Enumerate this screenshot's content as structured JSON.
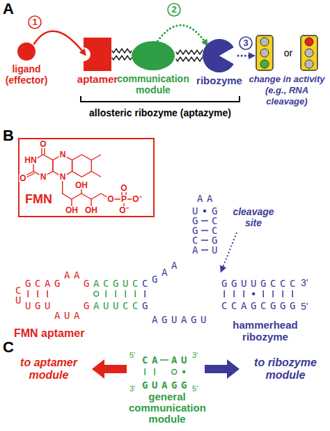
{
  "diagram": {
    "nodes": [
      {
        "text": [
          "ligand (effector)"
        ]
      },
      {
        "text": [
          "aptamer"
        ]
      },
      {
        "text": [
          "communication module"
        ]
      },
      {
        "text": [
          "ribozyme"
        ]
      },
      {
        "text": [
          "change in activity (e.g., RNA cleavage)"
        ]
      },
      {
        "text": [
          "FMN"
        ]
      }
    ],
    "edges": [
      {
        "from": 0,
        "to": 1,
        "arrow": "to"
      },
      {
        "from": 1,
        "to": 2,
        "arrow": "none"
      },
      {
        "from": 2,
        "to": 3,
        "arrow": "none"
      },
      {
        "from": 2,
        "to": 3,
        "arrow": "to"
      },
      {
        "from": 3,
        "to": 4,
        "arrow": "to"
      }
    ],
    "labels": [
      "A",
      "1",
      "2",
      "3",
      "or",
      "allosteric ribozyme (aptazyme)",
      "B",
      "O",
      "HN",
      "N",
      "N",
      "O",
      "N",
      "OH",
      "OH",
      "OH",
      "O",
      "P",
      "O",
      "O⁻",
      "O⁻",
      "GCA",
      "G",
      "AA",
      "G",
      "ACGUC",
      "C",
      "G",
      "A",
      "A",
      "UGGCA",
      "AA",
      "GCCGU",
      "GGUUGCCC",
      "3'",
      "C",
      "U",
      "UGU",
      "AUA",
      "G",
      "AUUCC",
      "G",
      "AGUAGU",
      "CCAGCGGG",
      "5'",
      "cleavage site",
      "FMN aptamer",
      "hammerhead ribozyme",
      "C",
      "5'",
      "CA",
      "AU",
      "3'",
      "3'",
      "GUAGG",
      "5'",
      "to aptamer module",
      "to ribozyme module",
      "general communication module"
    ]
  }
}
